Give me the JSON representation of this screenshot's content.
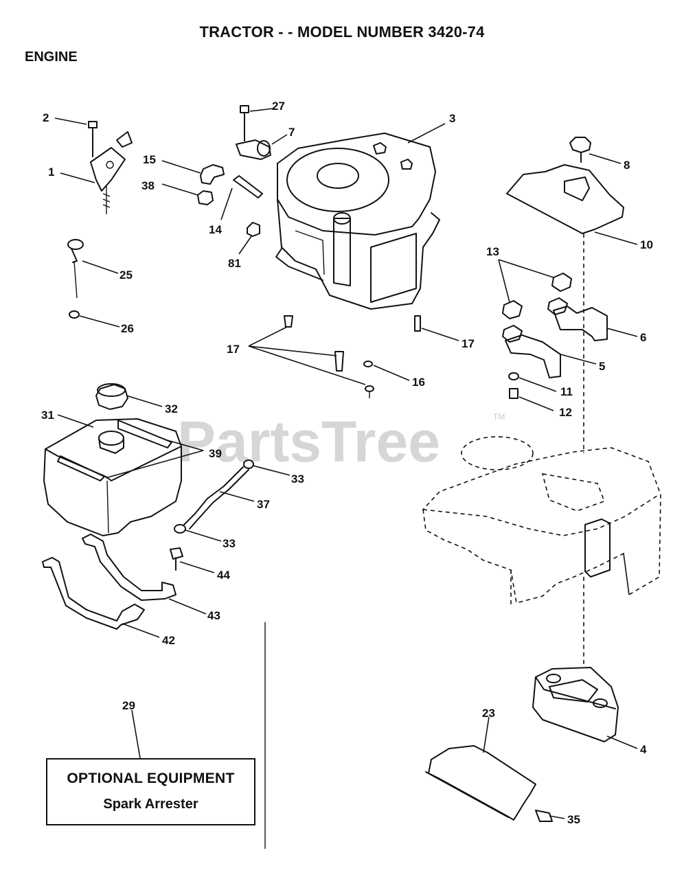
{
  "header": {
    "title": "TRACTOR - - MODEL NUMBER 3420-74",
    "section": "ENGINE"
  },
  "watermark": {
    "text": "PartsTree",
    "mark": "TM",
    "color": "#d6d6d6"
  },
  "optional_equipment": {
    "title": "OPTIONAL EQUIPMENT",
    "item": "Spark Arrester"
  },
  "callouts": {
    "c1": "1",
    "c2": "2",
    "c3": "3",
    "c4": "4",
    "c5": "5",
    "c6": "6",
    "c7": "7",
    "c8": "8",
    "c10": "10",
    "c11": "11",
    "c12": "12",
    "c13": "13",
    "c14": "14",
    "c15": "15",
    "c16": "16",
    "c17a": "17",
    "c17b": "17",
    "c23": "23",
    "c25": "25",
    "c26": "26",
    "c27": "27",
    "c29": "29",
    "c31": "31",
    "c32": "32",
    "c33a": "33",
    "c33b": "33",
    "c35": "35",
    "c37": "37",
    "c38": "38",
    "c39": "39",
    "c42": "42",
    "c43": "43",
    "c44": "44",
    "c81": "81"
  },
  "parts": [
    {
      "id": "part-1",
      "icon": "throttle-control-icon"
    },
    {
      "id": "part-3",
      "icon": "engine-icon"
    },
    {
      "id": "part-4",
      "icon": "muffler-icon"
    },
    {
      "id": "part-5",
      "icon": "exhaust-pipe-left-icon"
    },
    {
      "id": "part-6",
      "icon": "exhaust-pipe-right-icon"
    },
    {
      "id": "part-10",
      "icon": "heat-shield-icon"
    },
    {
      "id": "part-23",
      "icon": "muffler-shield-icon"
    },
    {
      "id": "part-31",
      "icon": "fuel-tank-icon"
    },
    {
      "id": "part-32",
      "icon": "fuel-cap-icon"
    },
    {
      "id": "part-37",
      "icon": "fuel-line-icon"
    },
    {
      "id": "part-42",
      "icon": "tank-bracket-icon"
    },
    {
      "id": "frame",
      "icon": "tractor-frame-icon"
    }
  ]
}
